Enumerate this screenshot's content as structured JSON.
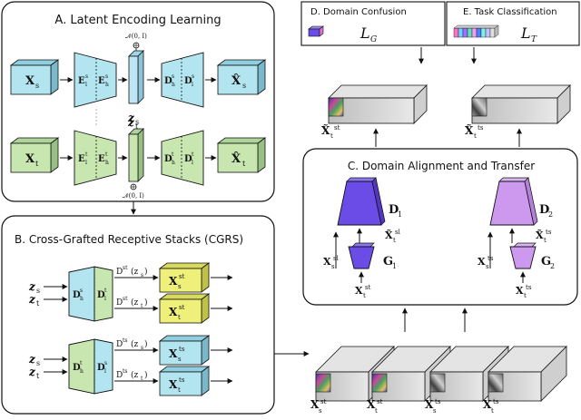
{
  "panels": {
    "a_title": "A. Latent Encoding Learning",
    "b_title": "B. Cross-Grafted Receptive Stacks (CGRS)",
    "c_title": "C. Domain Alignment and Transfer",
    "d_title": "D. Domain Confusion",
    "e_title": "E. Task Classification"
  },
  "losses": {
    "lg": "L",
    "lg_sub": "G",
    "lt": "L",
    "lt_sub": "T"
  },
  "panel_a": {
    "xs": "X",
    "xs_sub": "s",
    "xt": "X",
    "xt_sub": "t",
    "enc_s1": "E",
    "enc_s1_sub": "l",
    "enc_s1_sup": "s",
    "enc_s2": "E",
    "enc_s2_sub": "h",
    "enc_s2_sup": "s",
    "enc_t1": "E",
    "enc_t1_sub": "l",
    "enc_t1_sup": "t",
    "enc_t2": "E",
    "enc_t2_sub": "h",
    "enc_t2_sup": "t",
    "dec_s1": "D",
    "dec_s1_sub": "h",
    "dec_s1_sup": "s",
    "dec_s2": "D",
    "dec_s2_sub": "l",
    "dec_s2_sup": "s",
    "dec_t1": "D",
    "dec_t1_sub": "h",
    "dec_t1_sup": "t",
    "dec_t2": "D",
    "dec_t2_sub": "l",
    "dec_t2_sup": "t",
    "zs": "z",
    "zs_sub": "s",
    "zt": "z",
    "zt_sub": "t",
    "noise_top": "𝒩(0, I)",
    "noise_bottom": "𝒩(0, I)",
    "xs_hat": "X̂",
    "xs_hat_sub": "s",
    "xt_hat": "X̂",
    "xt_hat_sub": "t"
  },
  "panel_b": {
    "zs": "z",
    "zs_sub": "s",
    "zt": "z",
    "zt_sub": "t",
    "zs2": "z",
    "zs2_sub": "s",
    "zt2": "z",
    "zt2_sub": "t",
    "dec1_a": "D",
    "dec1_a_sub": "h",
    "dec1_a_sup": "s",
    "dec1_b": "D",
    "dec1_b_sub": "l",
    "dec1_b_sup": "t",
    "dec2_a": "D",
    "dec2_a_sub": "h",
    "dec2_a_sup": "t",
    "dec2_b": "D",
    "dec2_b_sub": "l",
    "dec2_b_sup": "s",
    "f1": "D",
    "f1_sup": "st",
    "f1_arg": "(z",
    "f1_arg_sub": "s",
    "f1_close": ")",
    "f2": "D",
    "f2_sup": "st",
    "f2_arg": "(z",
    "f2_arg_sub": "t",
    "f2_close": ")",
    "f3": "D",
    "f3_sup": "ts",
    "f3_arg": "(z",
    "f3_arg_sub": "s",
    "f3_close": ")",
    "f4": "D",
    "f4_sup": "ts",
    "f4_arg": "(z",
    "f4_arg_sub": "t",
    "f4_close": ")",
    "o1": "X",
    "o1_sub": "s",
    "o1_sup": "st",
    "o2": "X",
    "o2_sub": "t",
    "o2_sup": "st",
    "o3": "X",
    "o3_sub": "s",
    "o3_sup": "ts",
    "o4": "X",
    "o4_sub": "t",
    "o4_sup": "ts"
  },
  "panel_c": {
    "d1": "D",
    "d1_sub": "1",
    "d2": "D",
    "d2_sub": "2",
    "g1": "G",
    "g1_sub": "1",
    "g2": "G",
    "g2_sub": "2",
    "x1_in": "X",
    "x1_in_sub": "s",
    "x1_in_sup": "sl",
    "x1_tilde": "X̃",
    "x1_tilde_sub": "t",
    "x1_tilde_sup": "sl",
    "x1_out": "X",
    "x1_out_sub": "t",
    "x1_out_sup": "st",
    "x2_in": "X",
    "x2_in_sub": "s",
    "x2_in_sup": "ts",
    "x2_tilde": "X̃",
    "x2_tilde_sub": "t",
    "x2_tilde_sup": "ts",
    "x2_out": "X",
    "x2_out_sub": "t",
    "x2_out_sup": "ts"
  },
  "top_stacks": {
    "left": "X̃",
    "left_sub": "t",
    "left_sup": "st",
    "right": "X̃",
    "right_sub": "t",
    "right_sup": "ts"
  },
  "bottom_stacks": [
    {
      "label": "X",
      "sub": "s",
      "sup": "st"
    },
    {
      "label": "X",
      "sub": "t",
      "sup": "st"
    },
    {
      "label": "X",
      "sub": "s",
      "sup": "ts"
    },
    {
      "label": "X",
      "sub": "t",
      "sup": "ts"
    }
  ],
  "colors": {
    "blue_box": "#b3e5f0",
    "green_box": "#c8e6b0",
    "yellow_box": "#eef07a",
    "blue_light": "#bfe6f5",
    "purple_dark": "#6b4ce6",
    "purple_light": "#cc99ee",
    "panel_bg": "#ffffff"
  }
}
